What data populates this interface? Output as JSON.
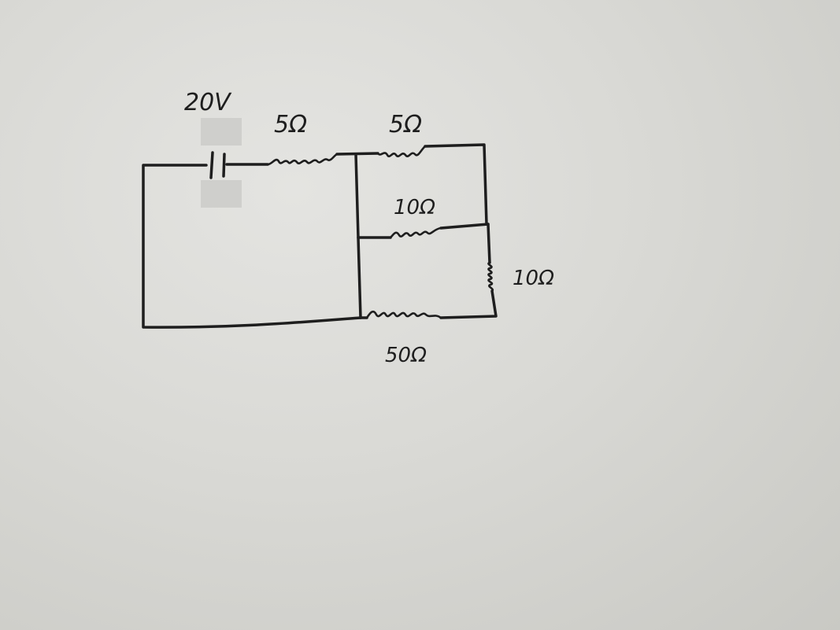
{
  "diagram": {
    "source": {
      "label": "20V"
    },
    "resistors": [
      {
        "id": "r-series-1",
        "label": "5Ω"
      },
      {
        "id": "r-top",
        "label": "5Ω"
      },
      {
        "id": "r-middle",
        "label": "10Ω"
      },
      {
        "id": "r-right",
        "label": "10Ω"
      },
      {
        "id": "r-bottom",
        "label": "50Ω"
      }
    ]
  }
}
